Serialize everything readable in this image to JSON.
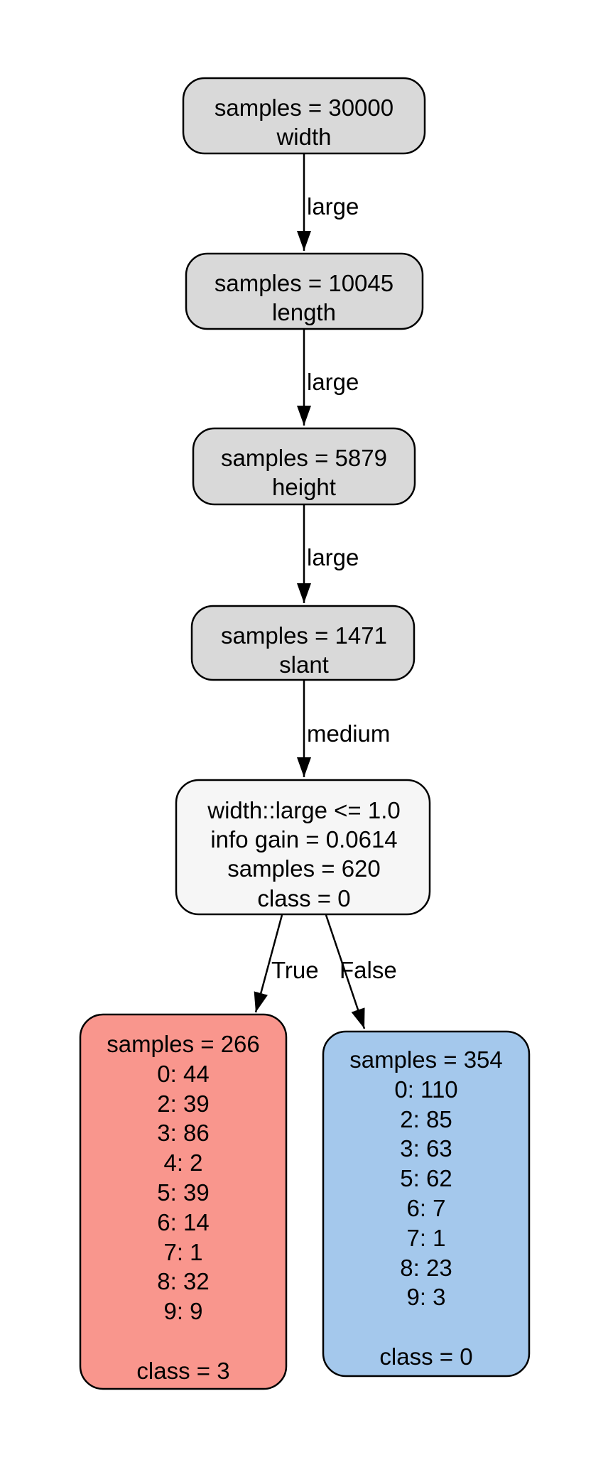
{
  "diagram_type": "decision-tree",
  "colors": {
    "internal_node_fill": "#d9d9d9",
    "split_node_fill": "#f6f6f6",
    "leaf_true_fill": "#f9968d",
    "leaf_false_fill": "#a4c8ec",
    "node_border": "#000000",
    "edge_color": "#000000"
  },
  "nodes": {
    "root": {
      "line1": "samples = 30000",
      "line2": "width"
    },
    "depth1": {
      "line1": "samples = 10045",
      "line2": "length"
    },
    "depth2": {
      "line1": "samples = 5879",
      "line2": "height"
    },
    "depth3": {
      "line1": "samples = 1471",
      "line2": "slant"
    },
    "split": {
      "line1": "width::large <= 1.0",
      "line2": "info gain = 0.0614",
      "line3": "samples = 620",
      "line4": "class = 0"
    },
    "leaf_true": {
      "lines": [
        "samples = 266",
        "0: 44",
        "2: 39",
        "3: 86",
        "4: 2",
        "5: 39",
        "6: 14",
        "7: 1",
        "8: 32",
        "9: 9"
      ],
      "class_line": "class = 3"
    },
    "leaf_false": {
      "lines": [
        "samples = 354",
        "0: 110",
        "2: 85",
        "3: 63",
        "5: 62",
        "6: 7",
        "7: 1",
        "8: 23",
        "9: 3"
      ],
      "class_line": "class = 0"
    }
  },
  "edges": {
    "root_to_depth1": "large",
    "depth1_to_depth2": "large",
    "depth2_to_depth3": "large",
    "depth3_to_split": "medium",
    "split_to_leaf_true": "True",
    "split_to_leaf_false": "False"
  }
}
